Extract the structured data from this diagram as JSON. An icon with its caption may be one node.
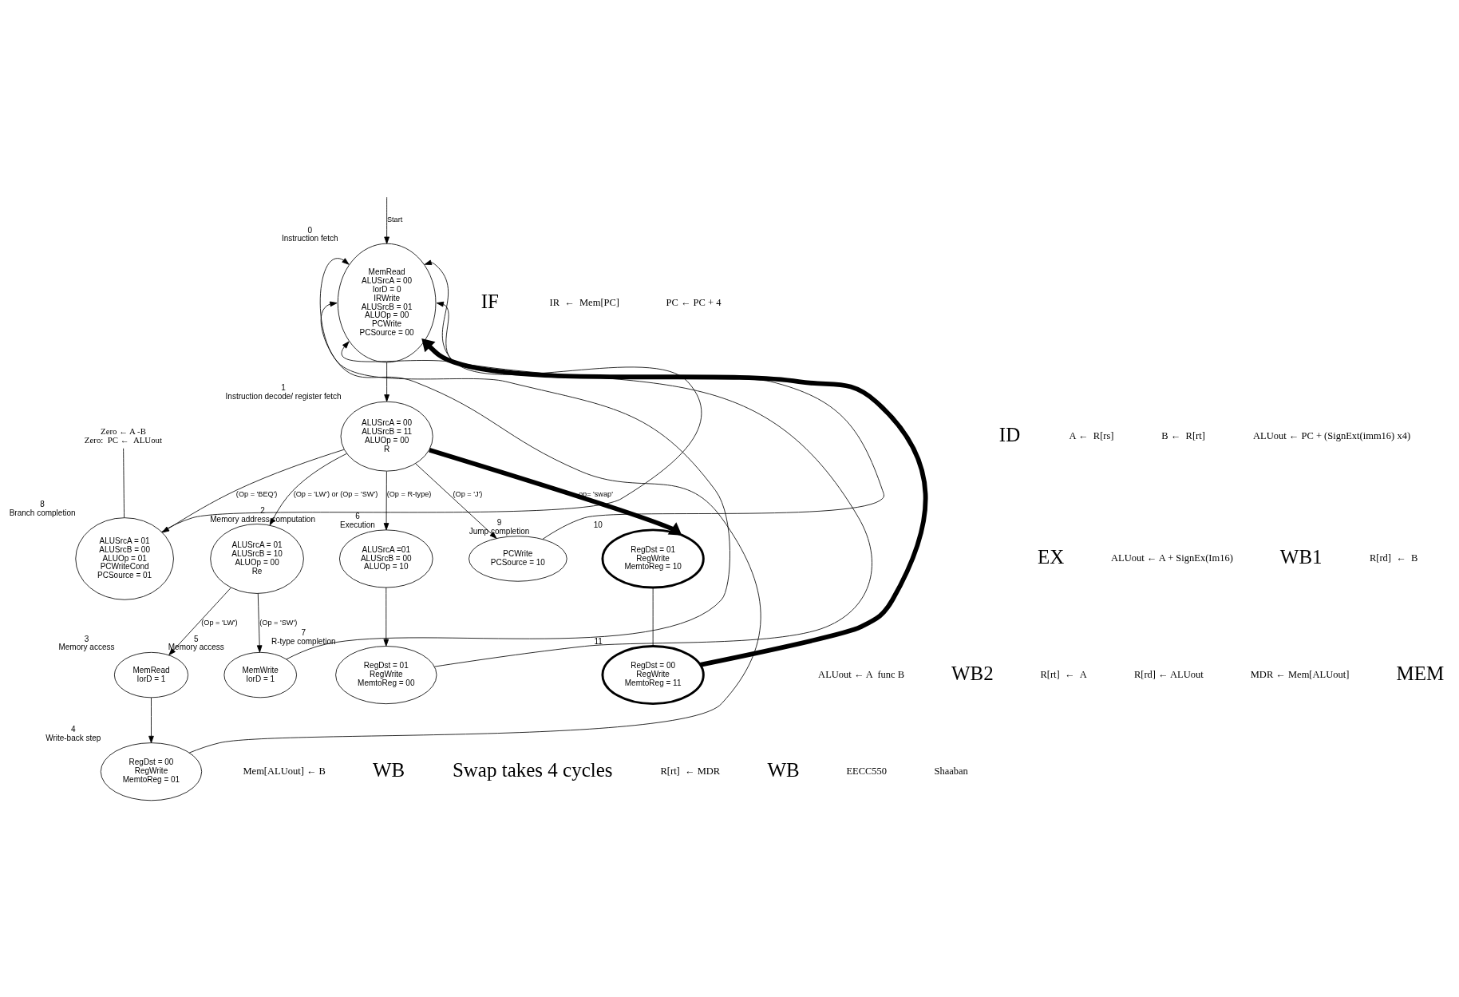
{
  "diagram": {
    "nodes": [
      {
        "text": [
          "MemRead",
          "ALUSrcA = 00",
          "IorD = 0",
          "IRWrite",
          "ALUSrcB = 01",
          "ALUOp = 00",
          "PCWrite",
          "PCSource = 00"
        ],
        "beside": [
          "0",
          "Instruction fetch"
        ]
      },
      {
        "text": [
          "ALUSrcA = 00",
          "ALUSrcB = 11",
          "ALUOp = 00",
          "R"
        ],
        "beside": [
          "1",
          "Instruction decode/ register fetch"
        ]
      },
      {
        "text": [
          "ALUSrcA = 01",
          "ALUSrcB = 10",
          "ALUOp = 00",
          "Re"
        ],
        "beside": [
          "2",
          "Memory address computation"
        ]
      },
      {
        "text": [
          "MemRead",
          "IorD = 1"
        ],
        "beside": [
          "3",
          "Memory access"
        ]
      },
      {
        "text": [
          "RegDst = 00",
          "RegWrite",
          "MemtoReg = 01"
        ],
        "beside": [
          "4",
          "Write-back step"
        ]
      },
      {
        "text": [
          "MemWrite",
          "IorD = 1"
        ],
        "beside": [
          "5",
          "Memory access"
        ]
      },
      {
        "text": [
          "ALUSrcA =01",
          "ALUSrcB = 00",
          "ALUOp = 10"
        ],
        "beside": [
          "6",
          "Execution"
        ]
      },
      {
        "text": [
          "RegDst = 01",
          "RegWrite",
          "MemtoReg = 00"
        ],
        "beside": [
          "7",
          "R-type completion"
        ]
      },
      {
        "text": [
          "ALUSrcA = 01",
          "ALUSrcB = 00",
          "ALUOp = 01",
          "PCWriteCond",
          "PCSource = 01"
        ],
        "beside": [
          "8",
          "Branch completion"
        ]
      },
      {
        "text": [
          "PCWrite",
          "PCSource = 10"
        ],
        "beside": [
          "9",
          "Jump completion"
        ]
      },
      {
        "text": [
          "RegDst = 01",
          "RegWrite",
          "MemtoReg = 10"
        ],
        "beside": [
          "10"
        ]
      },
      {
        "text": [
          "RegDst = 00",
          "RegWrite",
          "MemtoReg = 11"
        ],
        "beside": [
          "11"
        ]
      },
      {
        "text": [
          "Zero ← A -B",
          "Zero:  PC ←  ALUout"
        ]
      }
    ],
    "edges": [
      {
        "from": null,
        "to": 0,
        "arrow": "to",
        "label": "Start"
      },
      {
        "from": 0,
        "to": 1,
        "arrow": "to"
      },
      {
        "from": 1,
        "to": 2,
        "arrow": "to",
        "label": "(Op = 'LW') or (Op = 'SW')"
      },
      {
        "from": 1,
        "to": 6,
        "arrow": "to",
        "label": "(Op = R-type)"
      },
      {
        "from": 1,
        "to": 8,
        "arrow": "to",
        "label": "(Op = 'BEQ')"
      },
      {
        "from": 1,
        "to": 9,
        "arrow": "to",
        "label": "(Op = 'J')"
      },
      {
        "from": 1,
        "to": 10,
        "arrow": "to",
        "label": "op= 'swap'",
        "style": "thick"
      },
      {
        "from": 2,
        "to": 3,
        "arrow": "to",
        "label": "(Op = 'LW')"
      },
      {
        "from": 2,
        "to": 5,
        "arrow": "to",
        "label": "(Op = 'SW')"
      },
      {
        "from": 3,
        "to": 4,
        "arrow": "to"
      },
      {
        "from": 6,
        "to": 7,
        "arrow": "to"
      },
      {
        "from": 10,
        "to": 11,
        "arrow": "none"
      },
      {
        "from": 4,
        "to": 0,
        "arrow": "to"
      },
      {
        "from": 5,
        "to": 0,
        "arrow": "to"
      },
      {
        "from": 7,
        "to": 0,
        "arrow": "to"
      },
      {
        "from": 8,
        "to": 0,
        "arrow": "to"
      },
      {
        "from": 9,
        "to": 0,
        "arrow": "to"
      },
      {
        "from": 11,
        "to": 0,
        "arrow": "to",
        "style": "thick"
      },
      {
        "from": 12,
        "to": 8,
        "arrow": "none"
      }
    ],
    "labels": [
      "IF",
      "IR  ←  Mem[PC]",
      "PC ← PC + 4",
      "ID",
      "A ←  R[rs]",
      "B ←  R[rt]",
      "ALUout ← PC + (SignExt(imm16) x4)",
      "EX",
      "ALUout ← A + SignEx(Im16)",
      "WB1",
      "R[rd]  ←  B",
      "ALUout ← A  func B",
      "WB2",
      "R[rt]  ←  A",
      "R[rd] ← ALUout",
      "MDR ← Mem[ALUout]",
      "MEM",
      "Mem[ALUout] ← B",
      "WB",
      "Swap takes 4 cycles",
      "R[rt]  ← MDR",
      "WB",
      "EECC550",
      "Shaaban"
    ]
  }
}
